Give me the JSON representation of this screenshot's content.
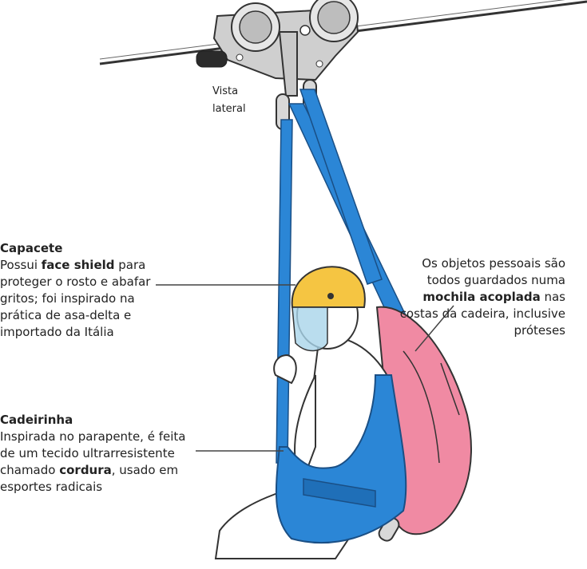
{
  "vista": {
    "line1": "Vista",
    "line2": "lateral"
  },
  "capacete": {
    "title": "Capacete",
    "t1": "Possui ",
    "b1": "face shield",
    "t2": " para proteger o rosto e abafar gritos; foi inspirado na prática de asa-delta e importado da Itália"
  },
  "cadeirinha": {
    "title": "Cadeirinha",
    "t1": "Inspirada no parapente, é feita de um tecido ultrarresistente chamado ",
    "b1": "cordura",
    "t2": ", usado em esportes radicais"
  },
  "mochila": {
    "t1": "Os objetos pessoais são todos guardados numa ",
    "b1": "mochila acoplada",
    "t2": " nas costas da cadeira, inclusive próteses"
  },
  "colors": {
    "strap": "#2b86d6",
    "helmet": "#f5c542",
    "visor": "#a9d4ea",
    "bag": "#f08aa3",
    "metal": "#c9c9c9",
    "line": "#444444"
  }
}
